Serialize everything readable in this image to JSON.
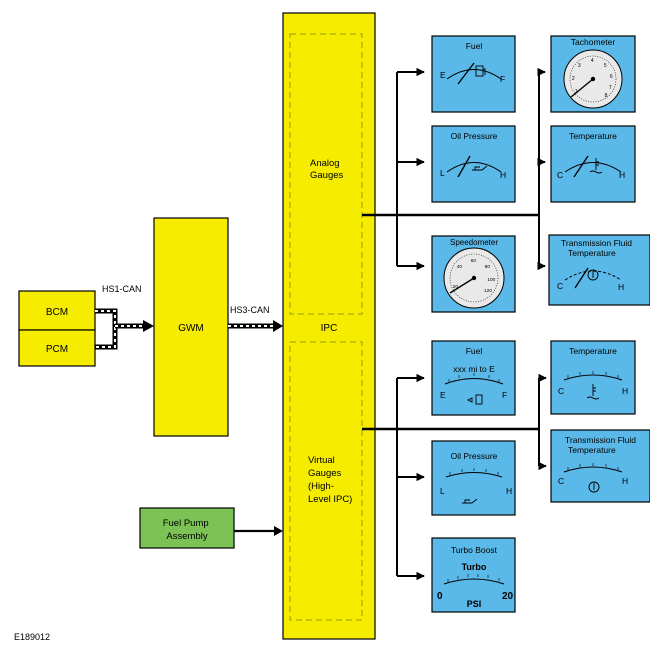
{
  "figure_id": "E189012",
  "colors": {
    "module_fill": "#f5ec00",
    "gauge_fill": "#5ab9e8",
    "gauge_face": "#e9e9e9",
    "fuel_pump_fill": "#7cc254",
    "line": "#000000",
    "dash": "#999999"
  },
  "modules": {
    "bcm": "BCM",
    "pcm": "PCM",
    "gwm": "GWM",
    "ipc": "IPC",
    "fuel_pump": [
      "Fuel Pump",
      "Assembly"
    ]
  },
  "buses": {
    "hs1": "HS1-CAN",
    "hs3": "HS3-CAN"
  },
  "ipc_sections": {
    "analog": [
      "Analog",
      "Gauges"
    ],
    "virtual": [
      "Virtual",
      "Gauges",
      "(High-",
      "Level IPC)"
    ]
  },
  "analog_gauges": {
    "fuel": {
      "title": "Fuel",
      "left": "E",
      "right": "F"
    },
    "oil": {
      "title": "Oil Pressure",
      "left": "L",
      "right": "H"
    },
    "speedometer": {
      "title": "Speedometer",
      "scale": [
        "20",
        "40",
        "60",
        "80",
        "100",
        "120"
      ]
    },
    "tachometer": {
      "title": "Tachometer",
      "scale": [
        "1",
        "2",
        "3",
        "4",
        "5",
        "6",
        "7",
        "8"
      ]
    },
    "temperature": {
      "title": "Temperature",
      "left": "C",
      "right": "H"
    },
    "trans": {
      "title": [
        "Transmission Fluid",
        "Temperature"
      ],
      "left": "C",
      "right": "H"
    }
  },
  "virtual_gauges": {
    "fuel": {
      "title": "Fuel",
      "readout": "xxx mi to E",
      "left": "E",
      "right": "F"
    },
    "oil": {
      "title": "Oil Pressure",
      "left": "L",
      "right": "H"
    },
    "turbo": {
      "title": "Turbo Boost",
      "label": "Turbo",
      "unit": "PSI",
      "min": "0",
      "max": "20"
    },
    "temperature": {
      "title": "Temperature",
      "left": "C",
      "right": "H"
    },
    "trans": {
      "title": [
        "Transmission Fluid",
        "Temperature"
      ],
      "left": "C",
      "right": "H"
    }
  }
}
